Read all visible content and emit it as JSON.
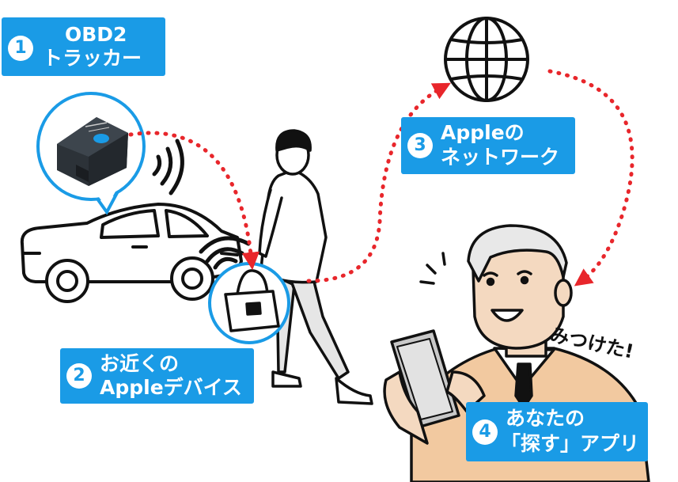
{
  "colors": {
    "accent": "#1a9be6",
    "arrow": "#e8262b",
    "skin": "#f4d9c0",
    "suit": "#f2c9a0",
    "device": "#23282d",
    "ink": "#111111"
  },
  "steps": [
    {
      "number": "1",
      "line1": "OBD2",
      "line2": "トラッカー"
    },
    {
      "number": "2",
      "line1": "お近くの",
      "line2": "Appleデバイス"
    },
    {
      "number": "3",
      "line1": "Appleの",
      "line2": "ネットワーク"
    },
    {
      "number": "4",
      "line1": "あなたの",
      "line2": "「探す」アプリ"
    }
  ],
  "exclamation": "みつけた!",
  "icons": [
    "obd2-tracker-device-icon",
    "car-icon",
    "wireless-signal-icon",
    "walking-person-icon",
    "handbag-icon",
    "globe-icon",
    "smiling-man-icon",
    "tablet-icon"
  ]
}
